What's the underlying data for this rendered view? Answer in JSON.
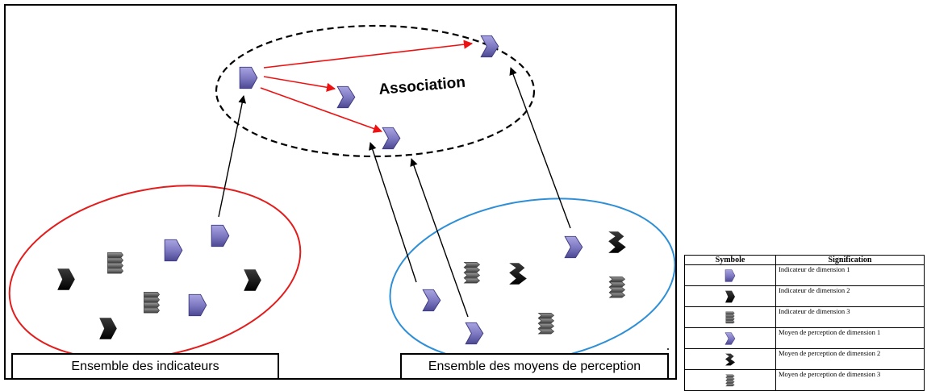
{
  "diagram": {
    "association_label": "Association",
    "set_indicators_label": "Ensemble des indicateurs",
    "set_perception_label": "Ensemble des moyens de perception"
  },
  "legend": {
    "header_symbol": "Symbole",
    "header_meaning": "Signification",
    "rows": [
      {
        "icon": "indicator-dim1",
        "meaning": "Indicateur de dimension 1"
      },
      {
        "icon": "indicator-dim2",
        "meaning": "Indicateur de dimension 2"
      },
      {
        "icon": "indicator-dim3",
        "meaning": "Indicateur de dimension 3"
      },
      {
        "icon": "perception-dim1",
        "meaning": "Moyen de perception de dimension 1"
      },
      {
        "icon": "perception-dim2",
        "meaning": "Moyen de perception de dimension 2"
      },
      {
        "icon": "perception-dim3",
        "meaning": "Moyen de perception de dimension 3"
      }
    ]
  },
  "colors": {
    "indicator_set_outline": "#e31c1c",
    "perception_set_outline": "#2e8fd6",
    "association_outline": "#000000",
    "association_arrows": "#ee1111",
    "mapping_arrows": "#000000",
    "dim1_fill": "#7b76bf",
    "dim2_fill": "#0a0a0a",
    "dim3_fill": "#6a6a6a"
  }
}
